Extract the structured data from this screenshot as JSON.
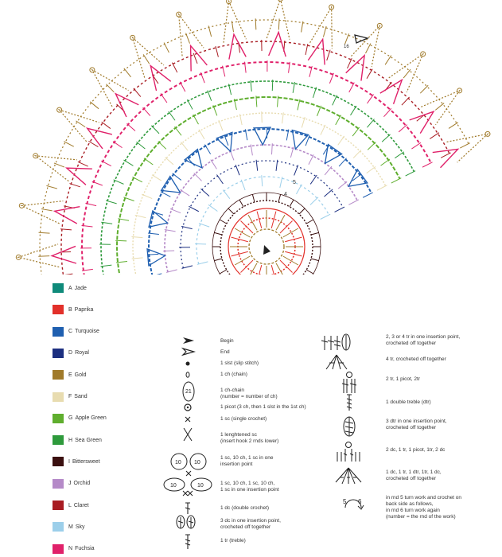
{
  "diagram": {
    "round_numbers": [
      "4",
      "5",
      "16"
    ],
    "colors": {
      "jade": "#0f8a7a",
      "paprika": "#e2302a",
      "turquoise": "#1f5fb0",
      "royal": "#1c2f80",
      "gold": "#a07a2a",
      "sand": "#e8dcb0",
      "apple_green": "#5fae2e",
      "sea_green": "#2e9a3c",
      "bittersweet": "#3b1010",
      "orchid": "#b58ac8",
      "claret": "#a81c22",
      "sky": "#9ccfea",
      "fuchsia": "#e0216a"
    }
  },
  "legend": [
    {
      "letter": "A",
      "name": "Jade",
      "color": "#0f8a7a"
    },
    {
      "letter": "B",
      "name": "Paprika",
      "color": "#e2302a"
    },
    {
      "letter": "C",
      "name": "Turquoise",
      "color": "#1f5fb0"
    },
    {
      "letter": "D",
      "name": "Royal",
      "color": "#1c2f80"
    },
    {
      "letter": "E",
      "name": "Gold",
      "color": "#a07a2a"
    },
    {
      "letter": "F",
      "name": "Sand",
      "color": "#e8dcb0"
    },
    {
      "letter": "G",
      "name": "Apple Green",
      "color": "#5fae2e"
    },
    {
      "letter": "H",
      "name": "Sea Green",
      "color": "#2e9a3c"
    },
    {
      "letter": "I",
      "name": "Bittersweet",
      "color": "#3b1010"
    },
    {
      "letter": "J",
      "name": "Orchid",
      "color": "#b58ac8"
    },
    {
      "letter": "L",
      "name": "Claret",
      "color": "#a81c22"
    },
    {
      "letter": "M",
      "name": "Sky",
      "color": "#9ccfea"
    },
    {
      "letter": "N",
      "name": "Fuchsia",
      "color": "#e0216a"
    }
  ],
  "key_left": [
    "Begin",
    "End",
    "1 slst (slip stitch)",
    "1 ch (chain)",
    "1 ch-chain\n(number = number of ch)",
    "1 picot (3 ch, then 1 slst in the 1st ch)",
    "1 sc (single crochet)",
    "1 lenghtened sc\n(insert hook 2 rnds lower)",
    "1 sc, 10 ch, 1 sc in one\ninsertion point",
    "1 sc, 10 ch, 1 sc, 10 ch,\n1 sc in one insertion point",
    "1 dc (double crochet)",
    "3 dc in one insertion point,\ncrocheted off together",
    "1 tr (treble)"
  ],
  "key_right": [
    "2, 3 or 4 tr in one insertion point,\ncrocheted off together",
    "4 tr, crocheted off together",
    "2 tr, 1 picot, 2tr",
    "1 double treble (dtr)",
    "3 dtr in one insertion point,\ncrocheted off together",
    "2 dc, 1 tr, 1 picot, 1tr, 2 dc",
    "1 dc, 1 tr, 1 dtr, 1tr, 1 dc,\ncrocheted off together",
    "in rnd 5 turn work and crochet on\nback side as follows,\nin rnd 6 turn work again\n(number = the rnd of the work)"
  ],
  "symbol_labels": {
    "chain_count": "21",
    "sc_chain": "10",
    "turn_a": "5",
    "turn_b": "6"
  }
}
